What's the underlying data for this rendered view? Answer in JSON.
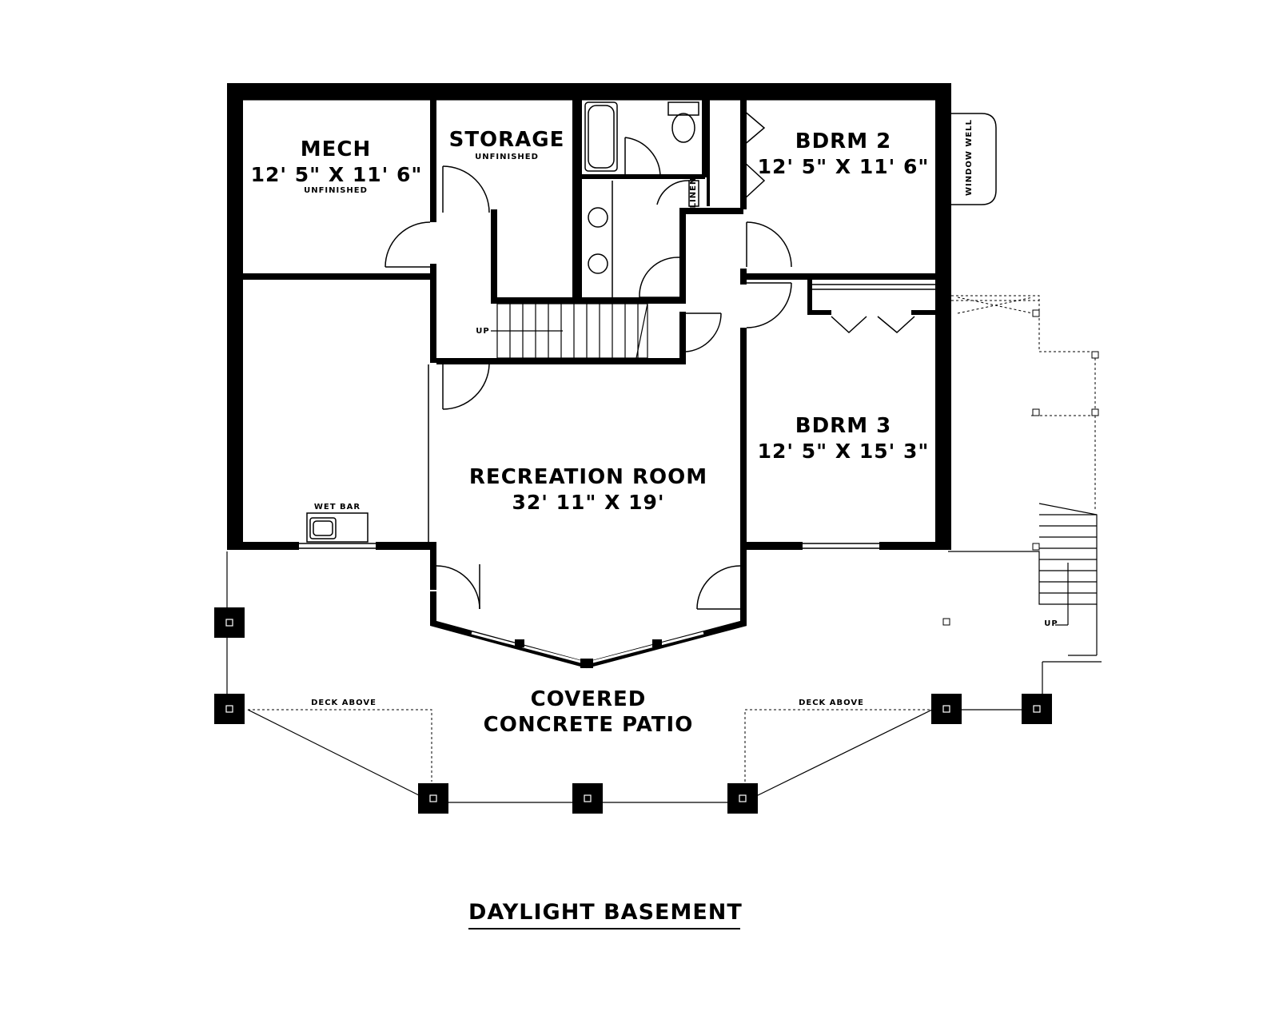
{
  "title": "DAYLIGHT BASEMENT",
  "rooms": {
    "mech": {
      "name": "MECH",
      "dims": "12' 5\" X 11' 6\"",
      "note": "UNFINISHED"
    },
    "storage": {
      "name": "STORAGE",
      "note": "UNFINISHED"
    },
    "bdrm2": {
      "name": "BDRM 2",
      "dims": "12' 5\" X 11' 6\""
    },
    "bdrm3": {
      "name": "BDRM 3",
      "dims": "12' 5\" X 15' 3\""
    },
    "recreation": {
      "name": "RECREATION ROOM",
      "dims": "32' 11\" X 19'"
    },
    "patio": {
      "line1": "COVERED",
      "line2": "CONCRETE PATIO"
    }
  },
  "labels": {
    "linen": "LINEN",
    "window_well": "WINDOW WELL",
    "wet_bar": "WET BAR",
    "stair_up": "UP",
    "deck_stair_up": "UP",
    "deck_above_left": "DECK ABOVE",
    "deck_above_right": "DECK ABOVE"
  }
}
